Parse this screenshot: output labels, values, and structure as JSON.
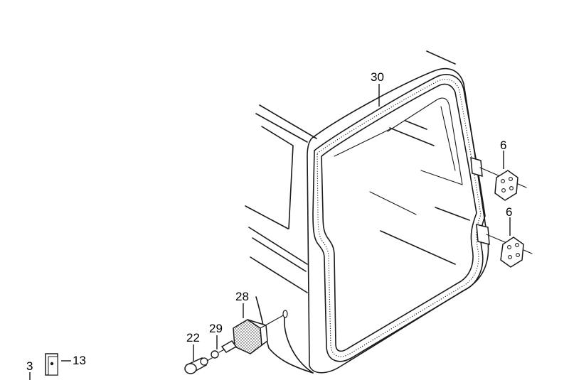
{
  "callouts": {
    "seal_label": "30",
    "hinge_upper_label": "6",
    "hinge_lower_label": "6",
    "bumper_label": "28",
    "screw_label": "29",
    "grommet_label": "22",
    "clip_label_a": "3",
    "clip_label_b": "13"
  }
}
